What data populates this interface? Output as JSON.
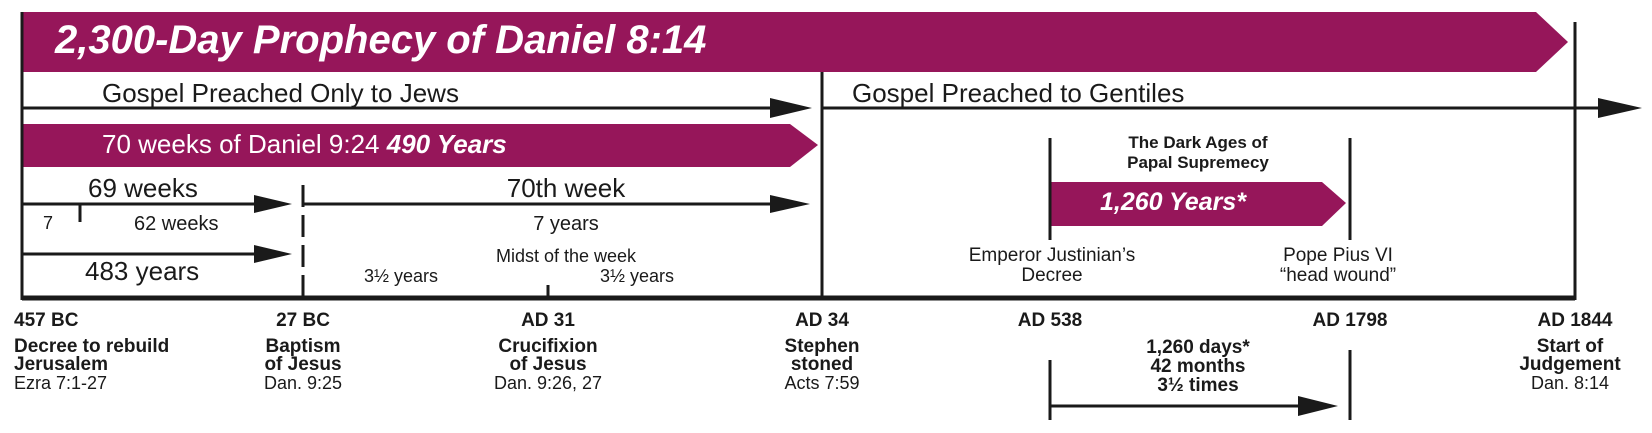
{
  "title": "2,300-Day Prophecy of Daniel 8:14",
  "colors": {
    "banner": "#96165a",
    "ink": "#1a1a1a",
    "banner_text": "#ffffff"
  },
  "gospel_jews": "Gospel Preached Only to Jews",
  "gospel_gentiles": "Gospel Preached to Gentiles",
  "seventy_weeks": {
    "text": "70 weeks of Daniel 9:24",
    "years": "490 Years"
  },
  "sixty_nine_weeks": "69 weeks",
  "seven_label": "7",
  "sixty_two_weeks": "62 weeks",
  "four_eighty_three": "483 years",
  "seventieth_week": "70th week",
  "seven_years": "7 years",
  "midst_of_week": "Midst of the week",
  "half_week_left": "3½ years",
  "half_week_right": "3½ years",
  "dark_ages": {
    "line1": "The Dark Ages of",
    "line2": "Papal Supremecy",
    "years": "1,260 Years*"
  },
  "justinian": {
    "line1": "Emperor Justinian’s",
    "line2": "Decree"
  },
  "pius": {
    "line1": "Pope Pius VI",
    "line2": "“head wound”"
  },
  "timeline": [
    {
      "date": "457 BC",
      "cap1": "Decree to rebuild",
      "cap2": "Jerusalem",
      "ref": "Ezra 7:1-27"
    },
    {
      "date": "27 BC",
      "cap1": "Baptism",
      "cap2": "of Jesus",
      "ref": "Dan. 9:25"
    },
    {
      "date": "AD 31",
      "cap1": "Crucifixion",
      "cap2": "of Jesus",
      "ref": "Dan. 9:26, 27"
    },
    {
      "date": "AD 34",
      "cap1": "Stephen",
      "cap2": "stoned",
      "ref": "Acts 7:59"
    },
    {
      "date": "AD 538",
      "cap1": "",
      "cap2": "",
      "ref": ""
    },
    {
      "date": "AD 1798",
      "cap1": "",
      "cap2": "",
      "ref": ""
    },
    {
      "date": "AD 1844",
      "cap1": "Start of",
      "cap2": "Judgement",
      "ref": "Dan. 8:14"
    }
  ],
  "days_block": {
    "line1": "1,260 days*",
    "line2": "42 months",
    "line3": "3½ times"
  }
}
